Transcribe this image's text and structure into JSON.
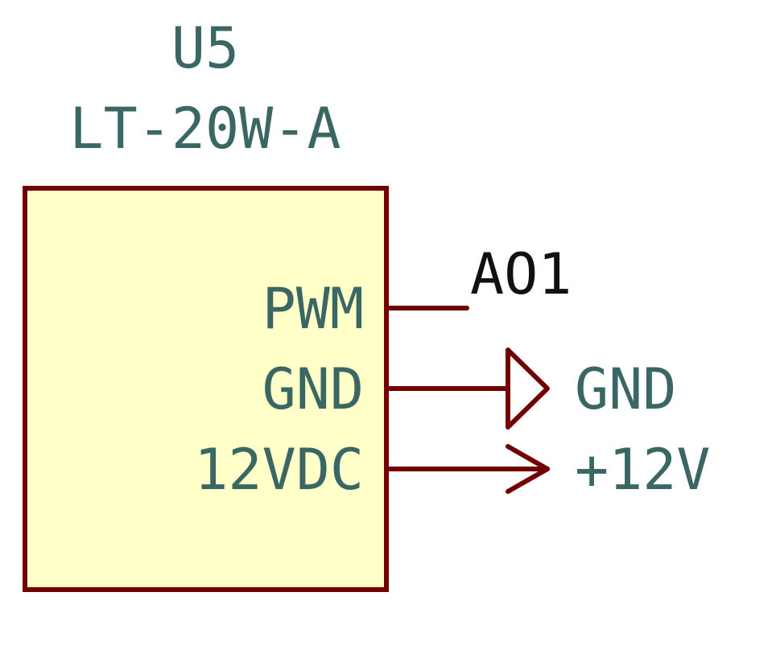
{
  "component": {
    "reference": "U5",
    "value": "LT-20W-A",
    "body_fill": "#ffffc8",
    "outline_color": "#720000",
    "pins": [
      {
        "name": "PWM"
      },
      {
        "name": "GND"
      },
      {
        "name": "12VDC"
      }
    ]
  },
  "nets": {
    "pwm_label": "AO1",
    "gnd_symbol_label": "GND",
    "supply_symbol_label": "+12V"
  },
  "colors": {
    "wire": "#720000",
    "text_teal": "#3a6664",
    "text_black": "#111111"
  }
}
